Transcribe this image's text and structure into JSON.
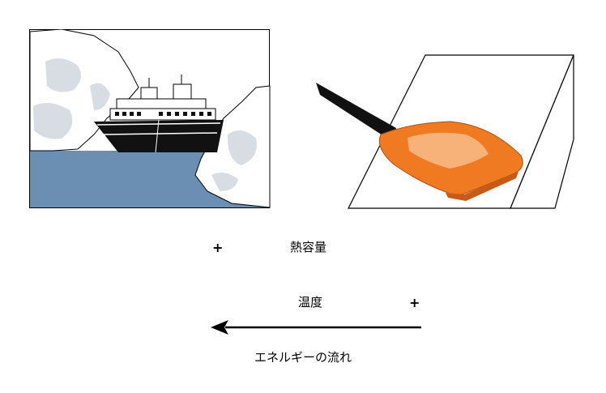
{
  "labels": {
    "plus_left": "+",
    "heat_capacity": "熱容量",
    "temperature": "温度",
    "plus_right": "+",
    "energy_flow": "エネルギーの流れ"
  },
  "colors": {
    "sea": "#6a8fb2",
    "ice_shadow": "#d8dde3",
    "iron_orange": "#ef7a22",
    "iron_highlight": "#f7b27a",
    "hull": "#111111"
  }
}
